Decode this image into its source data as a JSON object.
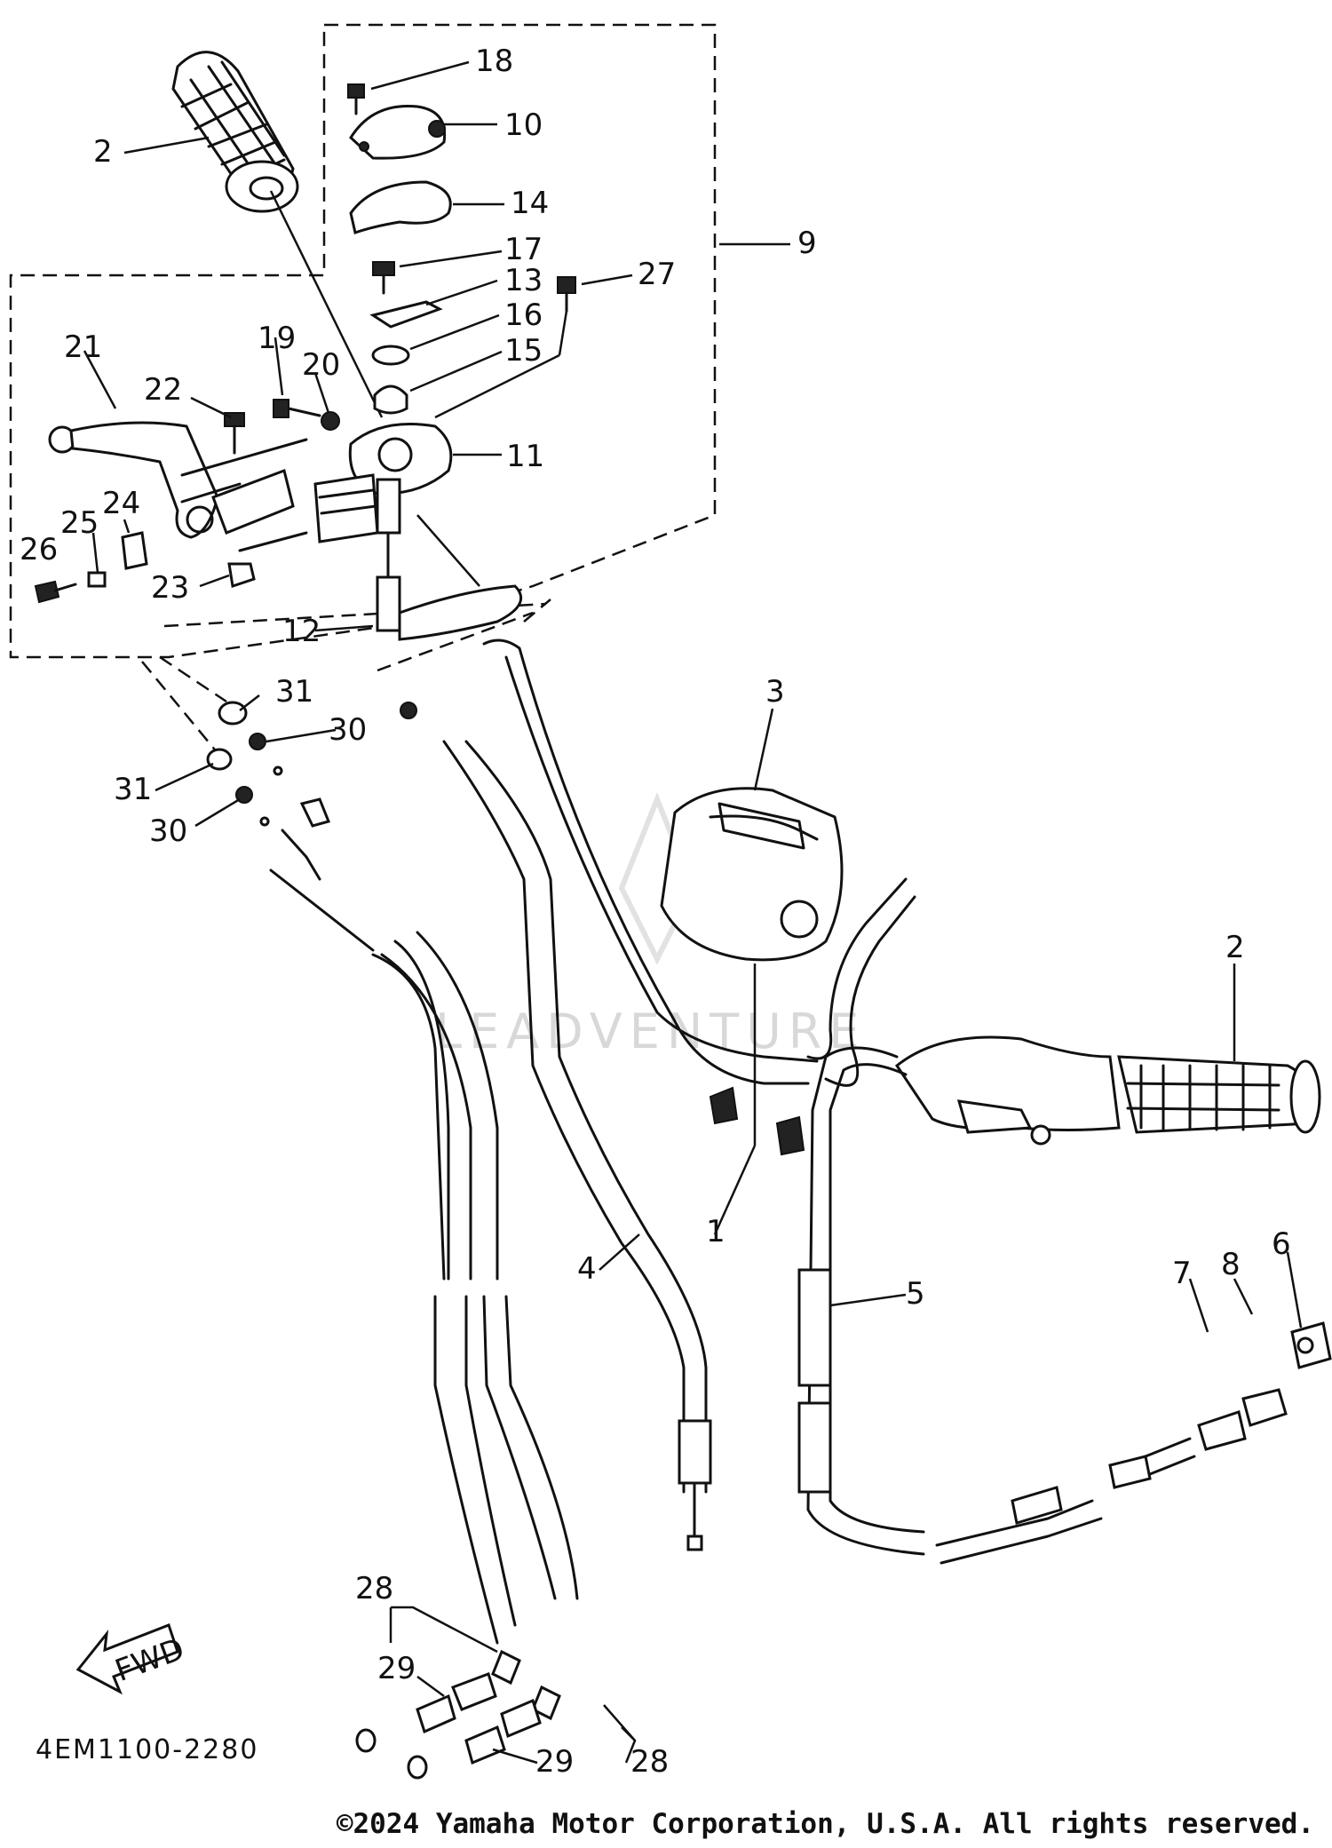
{
  "diagram_code": "4EM1100-2280",
  "watermark_text": "LEADVENTURE",
  "fwd_label": "FWD",
  "copyright": "©2024 Yamaha Motor Corporation, U.S.A. All rights reserved.",
  "callouts": {
    "c1": "1",
    "c2a": "2",
    "c2b": "2",
    "c3": "3",
    "c4": "4",
    "c5": "5",
    "c6": "6",
    "c7": "7",
    "c8": "8",
    "c9": "9",
    "c10": "10",
    "c11": "11",
    "c12": "12",
    "c13": "13",
    "c14": "14",
    "c15": "15",
    "c16": "16",
    "c17": "17",
    "c18": "18",
    "c19": "19",
    "c20": "20",
    "c21": "21",
    "c22": "22",
    "c23": "23",
    "c24": "24",
    "c25": "25",
    "c26": "26",
    "c27": "27",
    "c28a": "28",
    "c28b": "28",
    "c29a": "29",
    "c29b": "29",
    "c30a": "30",
    "c30b": "30",
    "c31a": "31",
    "c31b": "31"
  }
}
